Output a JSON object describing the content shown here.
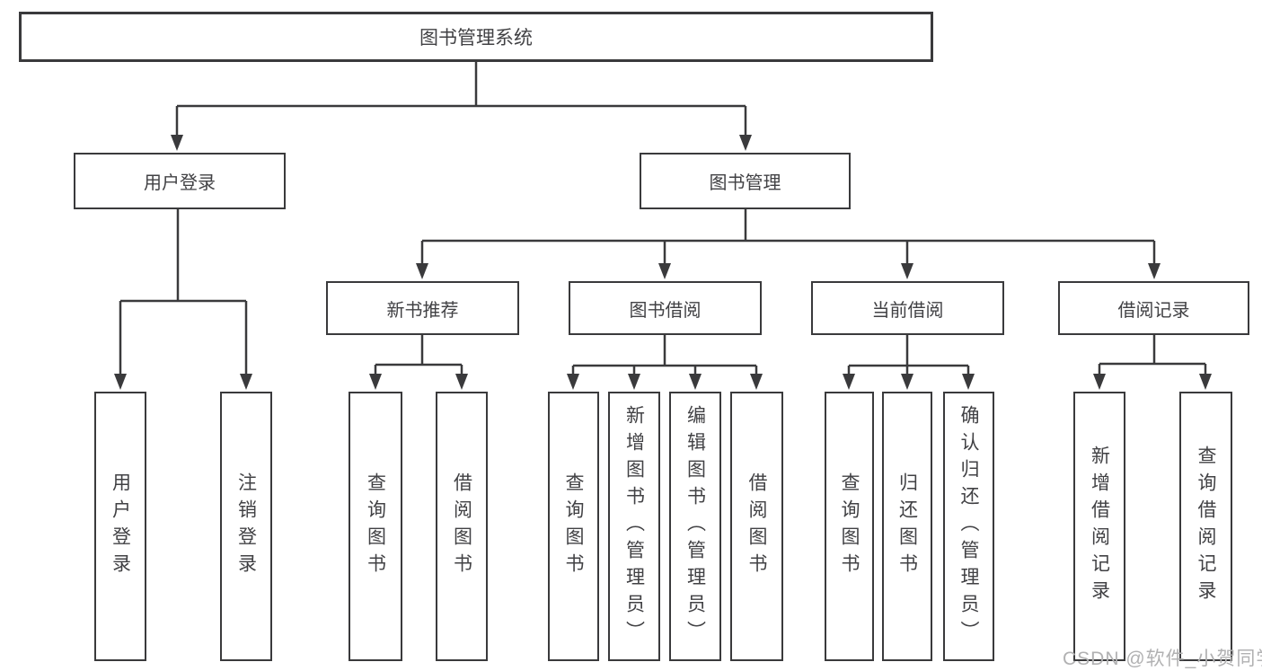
{
  "diagram": {
    "root": "图书管理系统",
    "branches": [
      {
        "label": "用户登录",
        "leaves": [
          "用户登录",
          "注销登录"
        ]
      },
      {
        "label": "图书管理",
        "groups": [
          {
            "label": "新书推荐",
            "leaves": [
              "查询图书",
              "借阅图书"
            ]
          },
          {
            "label": "图书借阅",
            "leaves": [
              "查询图书",
              "新增图书（管理员）",
              "编辑图书（管理员）",
              "借阅图书"
            ]
          },
          {
            "label": "当前借阅",
            "leaves": [
              "查询图书",
              "归还图书",
              "确认归还（管理员）"
            ]
          },
          {
            "label": "借阅记录",
            "leaves": [
              "新增借阅记录",
              "查询借阅记录"
            ]
          }
        ]
      }
    ]
  },
  "watermark": "CSDN @软件_小贺同学",
  "colors": {
    "line": "#3a3a3c",
    "box_border": "#3a3a3c",
    "text": "#414144",
    "watermark": "#b1b1b2",
    "background": "#ffffff"
  }
}
